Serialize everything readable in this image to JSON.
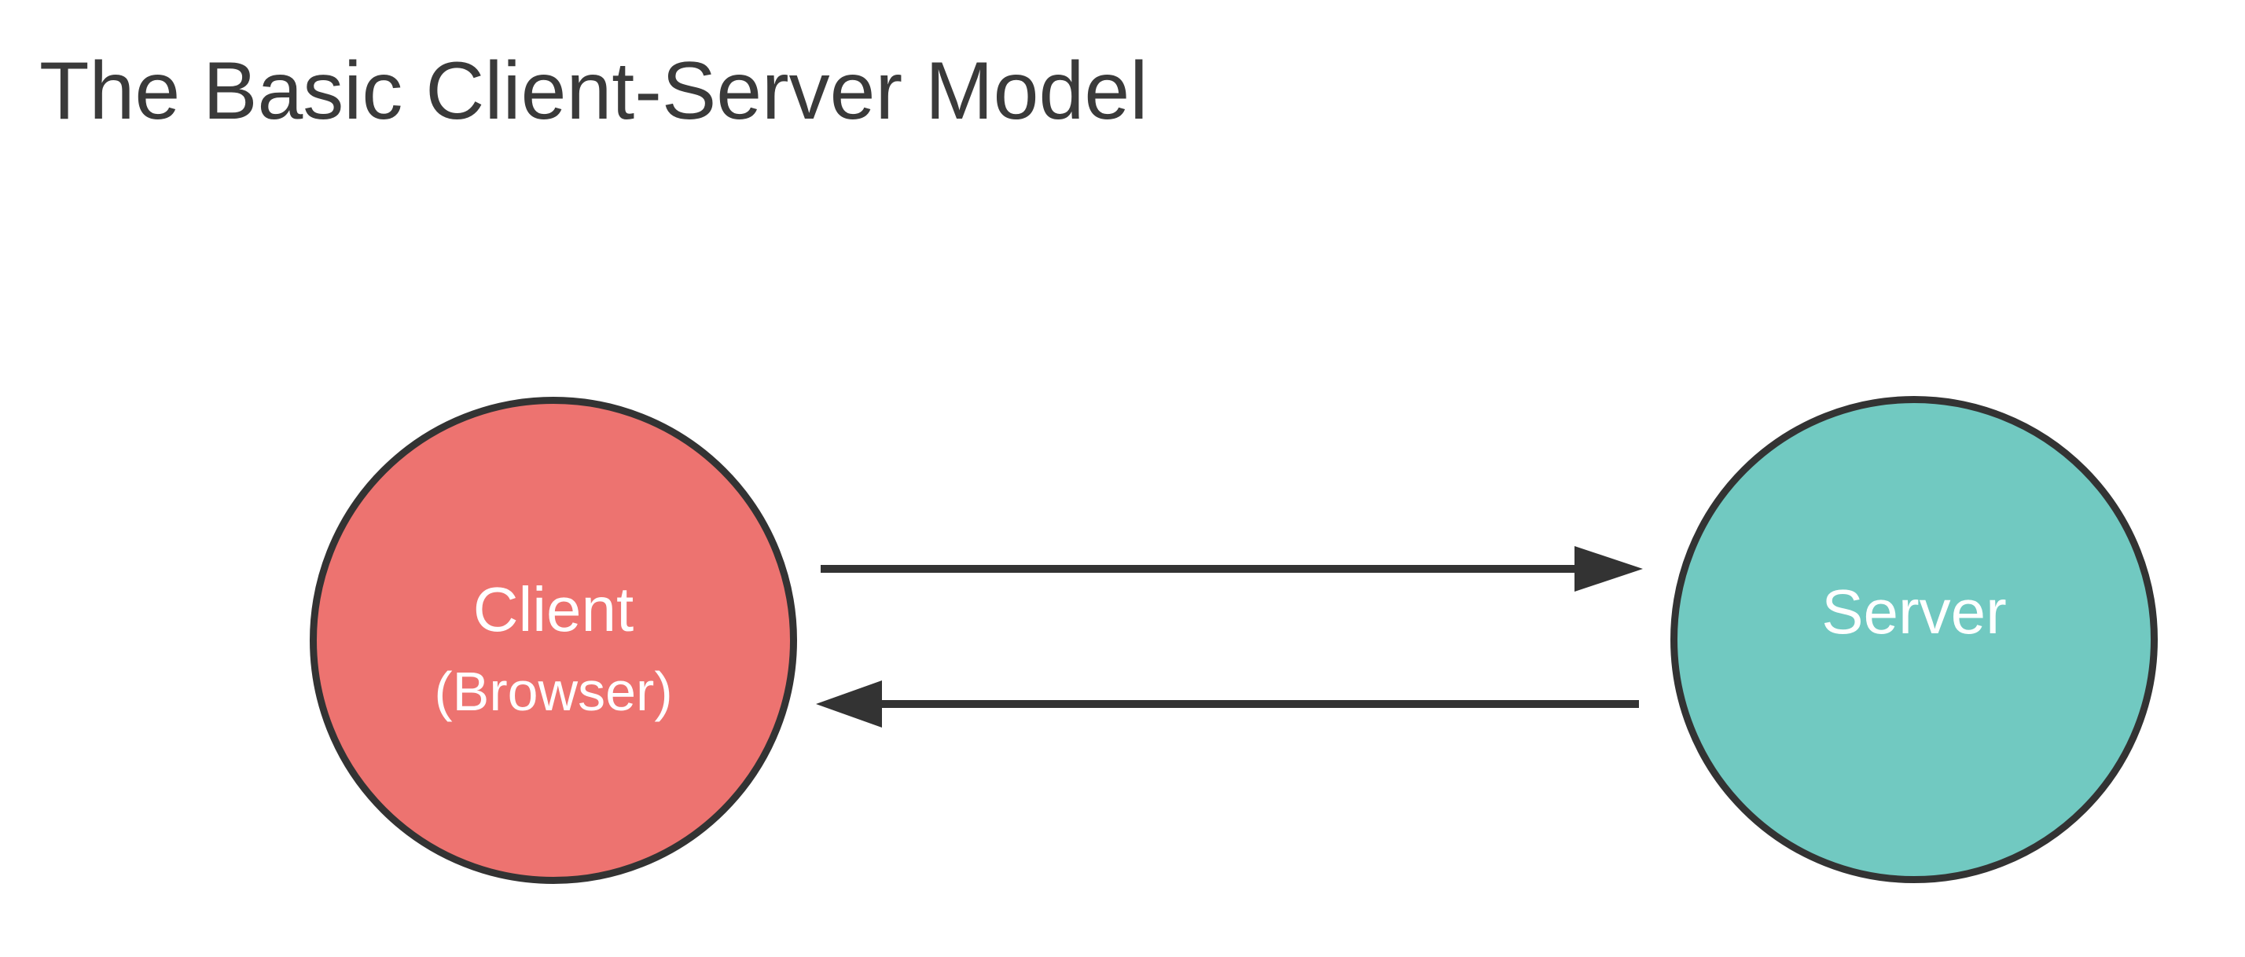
{
  "diagram": {
    "title": "The Basic Client-Server Model",
    "nodes": [
      {
        "id": "client",
        "label": "Client",
        "sublabel": "(Browser)",
        "shape": "circle",
        "fill": "#ED7370"
      },
      {
        "id": "server",
        "label": "Server",
        "shape": "circle",
        "fill": "#71C9C1"
      }
    ],
    "edges": [
      {
        "id": "request",
        "from": "client",
        "to": "server",
        "direction": "right",
        "style": "solid-arrow"
      },
      {
        "id": "response",
        "from": "server",
        "to": "client",
        "direction": "left",
        "style": "solid-arrow"
      }
    ],
    "colors": {
      "client_fill": "#ED7370",
      "server_fill": "#71C9C1",
      "outline": "#333333",
      "title_text": "#3A3A3A",
      "label_text": "#FFFFFF",
      "background": "#FFFFFF"
    }
  }
}
